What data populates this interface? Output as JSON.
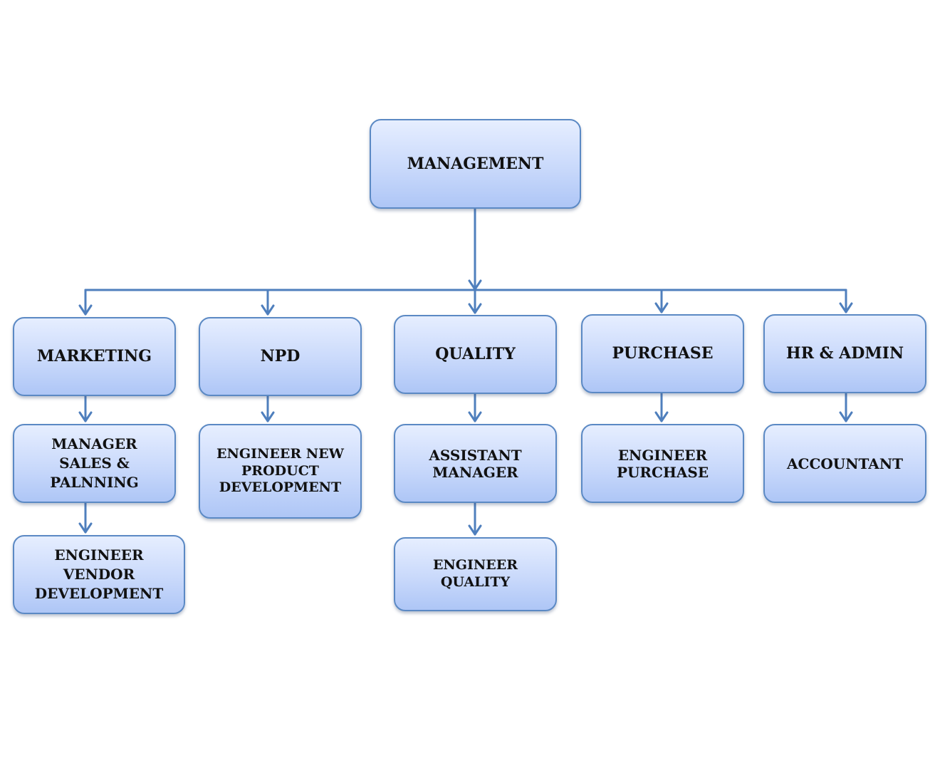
{
  "org_chart": {
    "root": "MANAGEMENT",
    "departments": {
      "marketing": "MARKETING",
      "npd": "NPD",
      "quality": "QUALITY",
      "purchase": "PURCHASE",
      "hr_admin": "HR & ADMIN"
    },
    "level2": {
      "manager_sales_planning": "MANAGER\nSALES &\nPALNNING",
      "engineer_npd": "ENGINEER NEW\nPRODUCT\nDEVELOPMENT",
      "assistant_manager": "ASSISTANT\nMANAGER",
      "engineer_purchase": "ENGINEER\nPURCHASE",
      "accountant": "ACCOUNTANT"
    },
    "level3": {
      "engineer_vendor_development": "ENGINEER\nVENDOR\nDEVELOPMENT",
      "engineer_quality": "ENGINEER\nQUALITY"
    }
  },
  "colors": {
    "border": "#5b89c4",
    "fill_top": "#e6eeff",
    "fill_bottom": "#aec6f6",
    "connector": "#4f7fbd",
    "text": "#111111"
  }
}
